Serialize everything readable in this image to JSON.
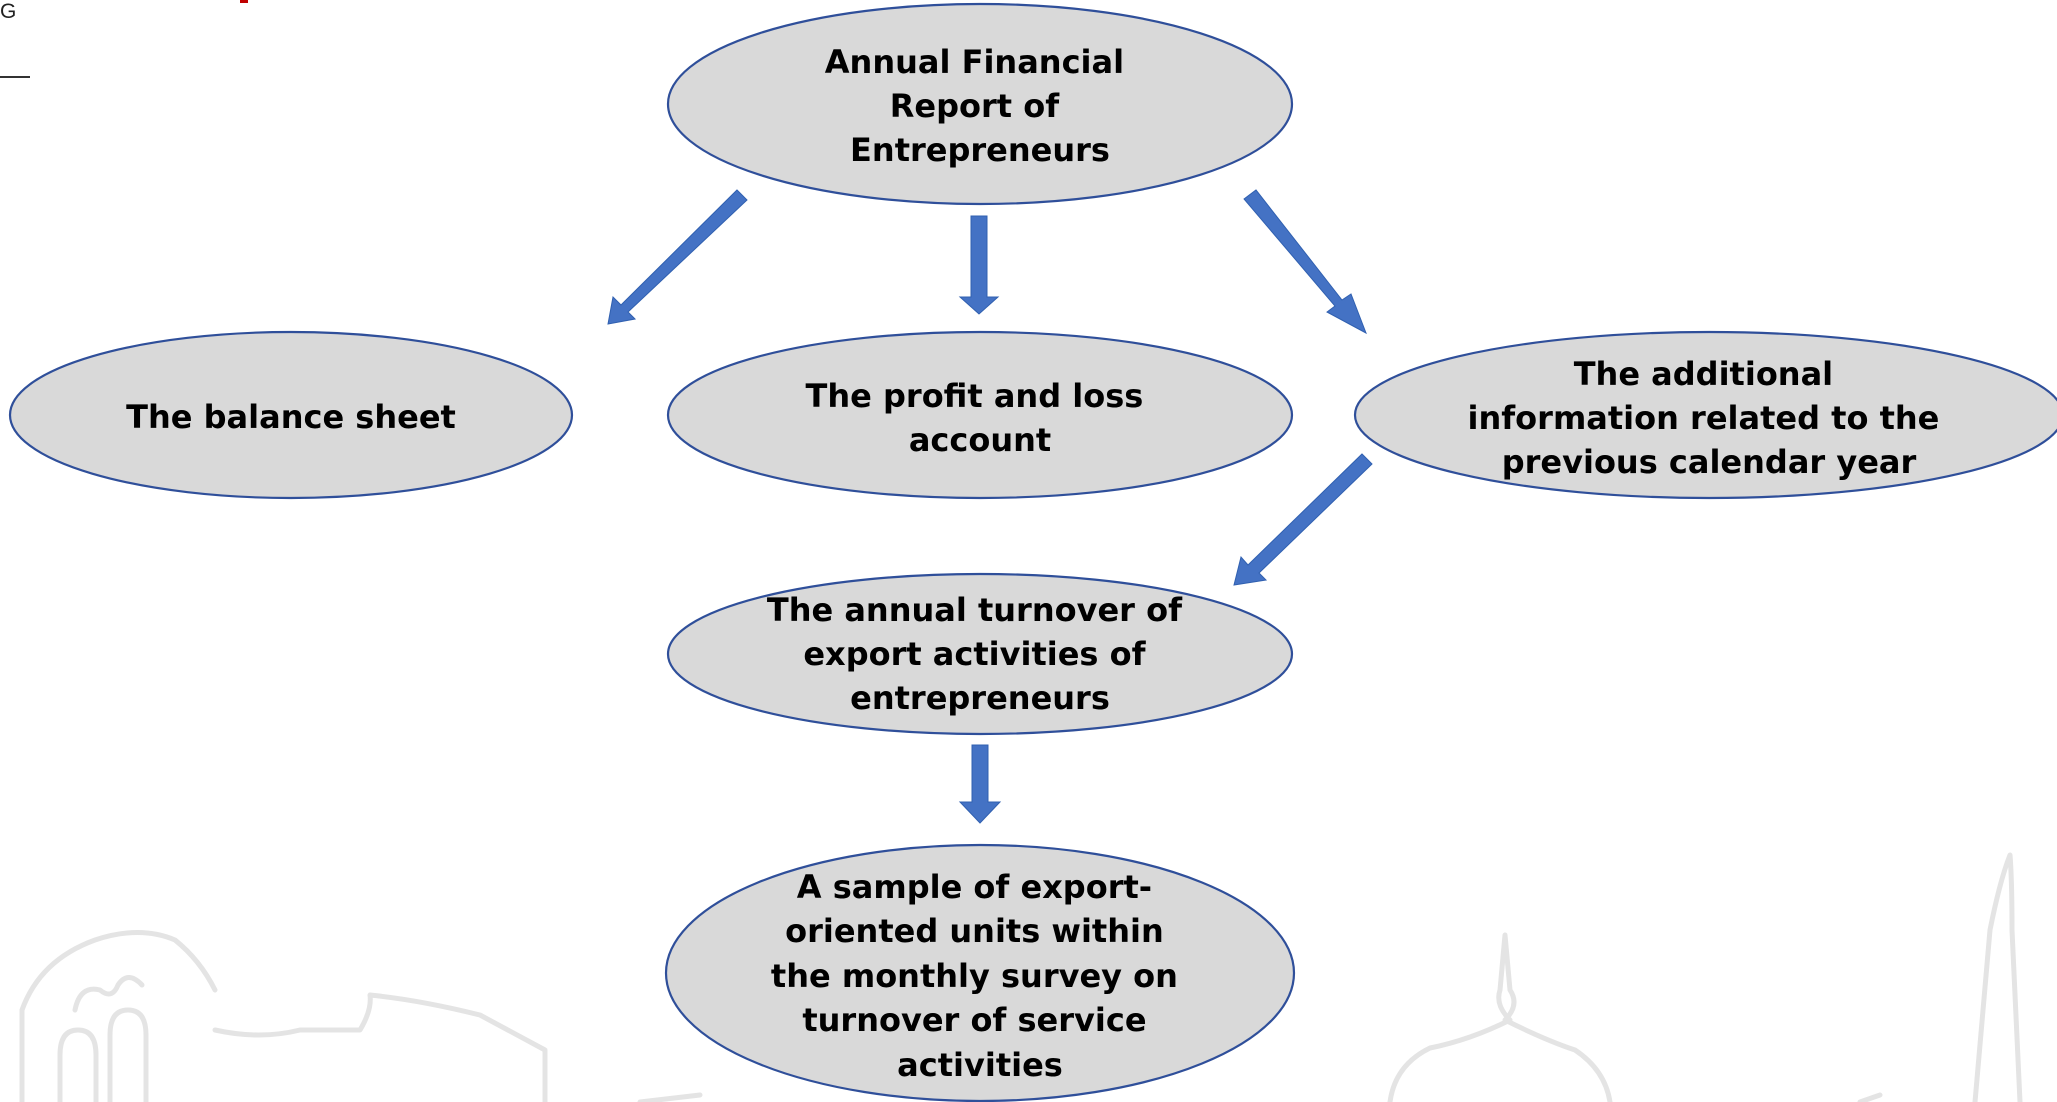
{
  "header": {
    "corner_letter": "G"
  },
  "diagram": {
    "nodes": {
      "root": {
        "lines": [
          "Annual Financial",
          "Report of",
          "Entrepreneurs"
        ]
      },
      "balance_sheet": {
        "lines": [
          "The balance sheet"
        ]
      },
      "profit_loss": {
        "lines": [
          "The profit and loss",
          "account"
        ]
      },
      "additional_info": {
        "lines": [
          "The additional",
          "information related to the",
          "previous calendar year"
        ]
      },
      "export_turnover": {
        "lines": [
          "The annual turnover of",
          "export activities of",
          "entrepreneurs"
        ]
      },
      "sample_units": {
        "lines": [
          "A sample of export-",
          "oriented units within",
          "the monthly survey on",
          "turnover of service",
          "activities"
        ]
      }
    },
    "edges": [
      {
        "from": "root",
        "to": "balance_sheet"
      },
      {
        "from": "root",
        "to": "profit_loss"
      },
      {
        "from": "root",
        "to": "additional_info"
      },
      {
        "from": "additional_info",
        "to": "export_turnover"
      },
      {
        "from": "export_turnover",
        "to": "sample_units"
      }
    ],
    "colors": {
      "node_fill": "#d9d9d9",
      "node_stroke": "#2f4f9a",
      "arrow": "#4472c4"
    }
  }
}
